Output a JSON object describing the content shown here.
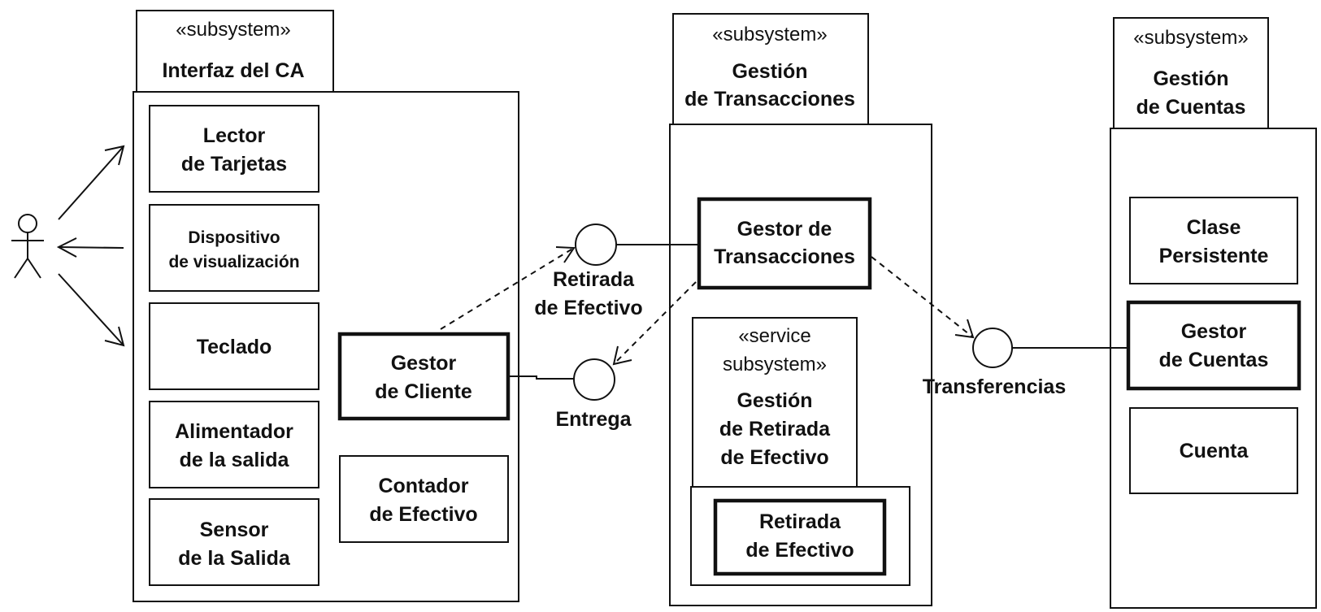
{
  "subsystems": {
    "interfaz": {
      "stereotype": "«subsystem»",
      "name": "Interfaz del CA"
    },
    "transacciones": {
      "stereotype": "«subsystem»",
      "name_line1": "Gestión",
      "name_line2": "de Transacciones"
    },
    "cuentas": {
      "stereotype": "«subsystem»",
      "name_line1": "Gestión",
      "name_line2": "de Cuentas"
    }
  },
  "interfaz_classes": {
    "lector": {
      "line1": "Lector",
      "line2": "de Tarjetas"
    },
    "dispositivo": {
      "line1": "Dispositivo",
      "line2": "de visualización"
    },
    "teclado": {
      "line1": "Teclado"
    },
    "alimentador": {
      "line1": "Alimentador",
      "line2": "de la salida"
    },
    "sensor": {
      "line1": "Sensor",
      "line2": "de la Salida"
    },
    "gestor_cliente": {
      "line1": "Gestor",
      "line2": "de Cliente"
    },
    "contador": {
      "line1": "Contador",
      "line2": "de Efectivo"
    }
  },
  "transacciones_classes": {
    "gestor_transacciones": {
      "line1": "Gestor de",
      "line2": "Transacciones"
    },
    "service": {
      "stereotype_line1": "«service",
      "stereotype_line2": "subsystem»",
      "name_line1": "Gestión",
      "name_line2": "de Retirada",
      "name_line3": "de Efectivo"
    },
    "retirada": {
      "line1": "Retirada",
      "line2": "de Efectivo"
    }
  },
  "cuentas_classes": {
    "clase_persistente": {
      "line1": "Clase",
      "line2": "Persistente"
    },
    "gestor_cuentas": {
      "line1": "Gestor",
      "line2": "de Cuentas"
    },
    "cuenta": {
      "line1": "Cuenta"
    }
  },
  "interfaces": {
    "retirada": {
      "line1": "Retirada",
      "line2": "de Efectivo"
    },
    "entrega": {
      "label": "Entrega"
    },
    "transferencias": {
      "label": "Transferencias"
    }
  }
}
